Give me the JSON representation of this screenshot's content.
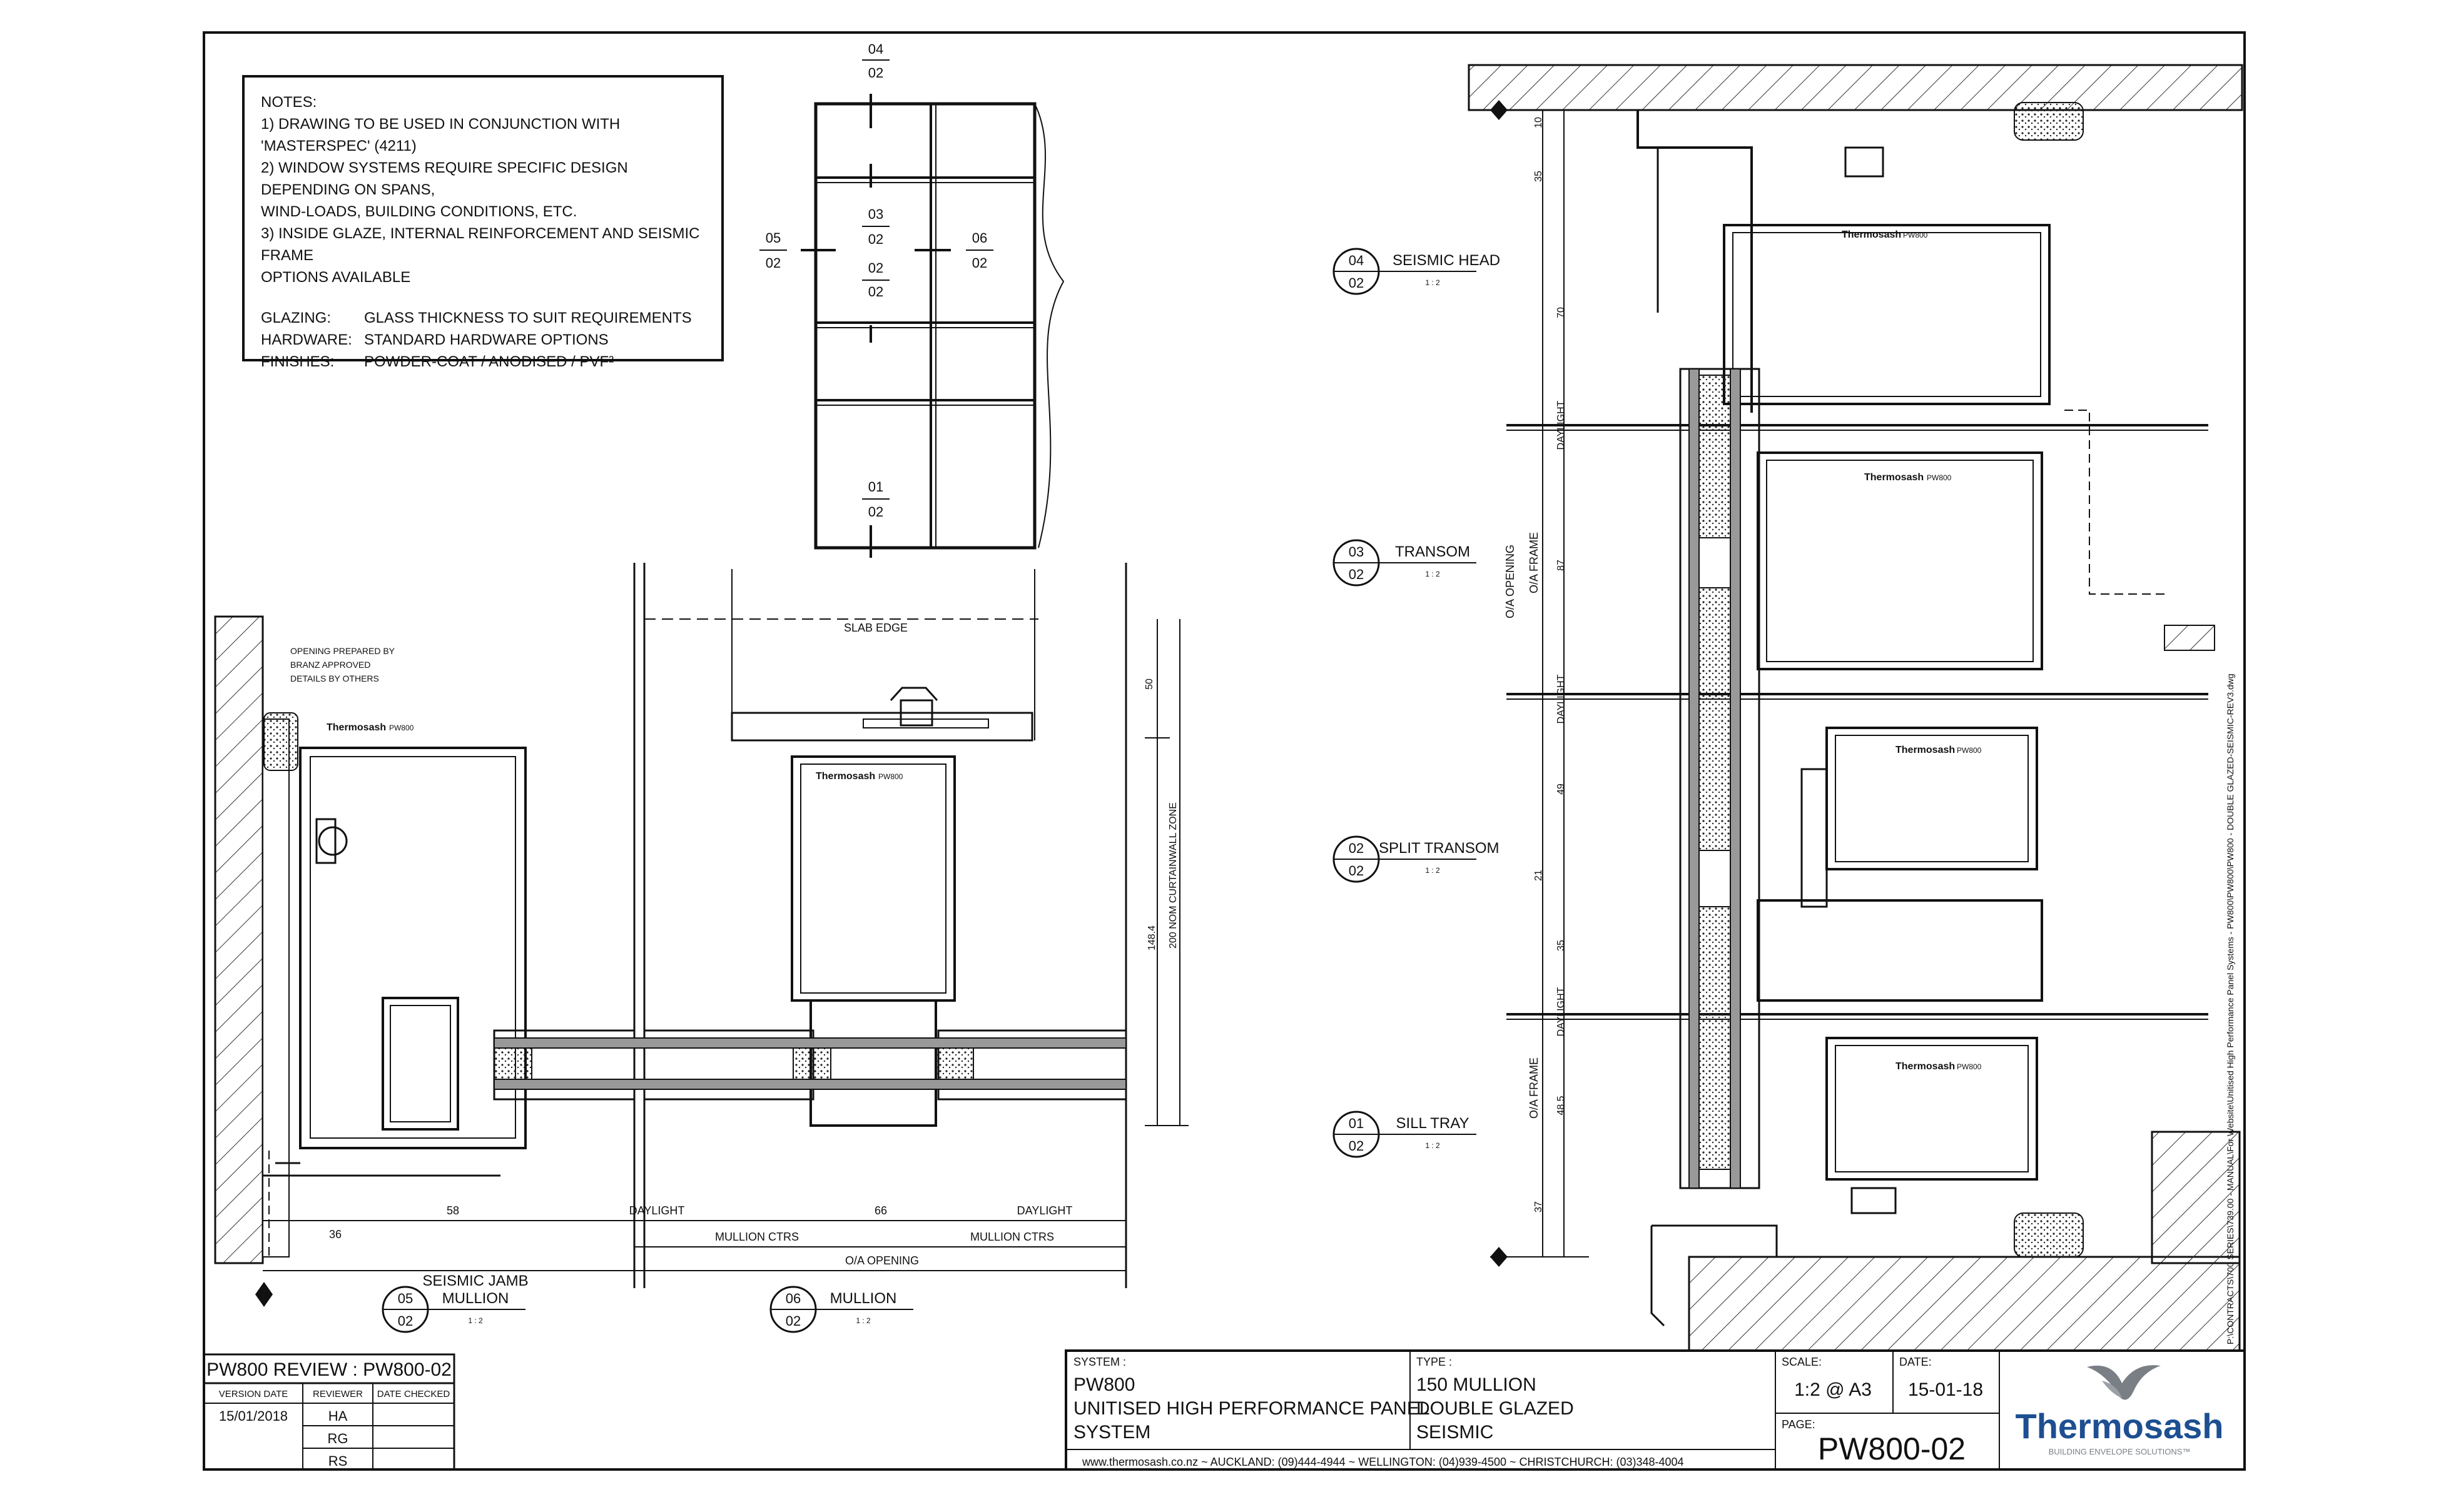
{
  "notes": {
    "heading": "NOTES:",
    "lines": [
      "1) DRAWING TO BE USED IN CONJUNCTION WITH 'MASTERSPEC' (4211)",
      "2) WINDOW SYSTEMS REQUIRE SPECIFIC DESIGN DEPENDING ON SPANS,",
      "WIND-LOADS, BUILDING CONDITIONS, ETC.",
      "3) INSIDE GLAZE, INTERNAL REINFORCEMENT AND SEISMIC FRAME",
      "OPTIONS AVAILABLE"
    ],
    "specs": [
      {
        "key": "GLAZING:",
        "value": "GLASS THICKNESS TO SUIT REQUIREMENTS"
      },
      {
        "key": "HARDWARE:",
        "value": "STANDARD HARDWARE OPTIONS"
      },
      {
        "key": "FINISHES:",
        "value": "POWDER-COAT / ANODISED / PVF²"
      }
    ]
  },
  "elevation_markers": {
    "m04": {
      "top": "04",
      "bottom": "02"
    },
    "m03": {
      "top": "03",
      "bottom": "02"
    },
    "m02": {
      "top": "02",
      "bottom": "02"
    },
    "m05": {
      "top": "05",
      "bottom": "02"
    },
    "m06": {
      "top": "06",
      "bottom": "02"
    },
    "m01": {
      "top": "01",
      "bottom": "02"
    }
  },
  "plan_labels": {
    "opening_note": [
      "OPENING PREPARED BY",
      "BRANZ APPROVED",
      "DETAILS BY OTHERS"
    ],
    "slab_edge": "SLAB EDGE",
    "brand_stamp": "Thermosash",
    "model_stamp": "PW800",
    "dims": {
      "d36": "36",
      "d58": "58",
      "d66": "66",
      "daylight": "DAYLIGHT",
      "mullion_ctrs": "MULLION CTRS",
      "oa_opening": "O/A OPENING",
      "d50": "50",
      "d148": "148.4",
      "zone": "200 NOM CURTAINWALL ZONE"
    }
  },
  "section_labels": {
    "dims": {
      "d10": "10",
      "d35a": "35",
      "d70": "70",
      "d87": "87",
      "d49": "49",
      "d21": "21",
      "d35b": "35",
      "d485": "48.5",
      "d37": "37",
      "daylight": "DAYLIGHT",
      "oa_frame": "O/A FRAME",
      "oa_opening": "O/A OPENING"
    }
  },
  "callouts": [
    {
      "num": "04",
      "sheet": "02",
      "title": "SEISMIC HEAD",
      "scale": "1 : 2"
    },
    {
      "num": "03",
      "sheet": "02",
      "title": "TRANSOM",
      "scale": "1 : 2"
    },
    {
      "num": "02",
      "sheet": "02",
      "title": "SPLIT TRANSOM",
      "scale": "1 : 2"
    },
    {
      "num": "01",
      "sheet": "02",
      "title": "SILL TRAY",
      "scale": "1 : 2"
    },
    {
      "num": "05",
      "sheet": "02",
      "title": "SEISMIC JAMB",
      "title2": "MULLION",
      "scale": "1 : 2"
    },
    {
      "num": "06",
      "sheet": "02",
      "title": "MULLION",
      "scale": "1 : 2"
    }
  ],
  "review": {
    "title": "PW800 REVIEW : PW800-02",
    "headers": [
      "VERSION DATE",
      "REVIEWER",
      "DATE CHECKED"
    ],
    "version_date": "15/01/2018",
    "reviewers": [
      "HA",
      "RG",
      "RS"
    ]
  },
  "title_block": {
    "system_label": "SYSTEM :",
    "system_lines": [
      "PW800",
      "UNITISED HIGH PERFORMANCE PANEL",
      "SYSTEM"
    ],
    "type_label": "TYPE :",
    "type_lines": [
      "150 MULLION",
      "DOUBLE GLAZED",
      "SEISMIC"
    ],
    "scale_label": "SCALE:",
    "scale_value": "1:2 @ A3",
    "date_label": "DATE:",
    "date_value": "15-01-18",
    "page_label": "PAGE:",
    "page_value": "PW800-02",
    "contact": "www.thermosash.co.nz ~ AUCKLAND: (09)444-4944 ~ WELLINGTON: (04)939-4500 ~ CHRISTCHURCH: (03)348-4004",
    "logo_text": "Thermosash",
    "logo_sub": "BUILDING ENVELOPE SOLUTIONS™"
  },
  "file_path": "P:\\CONTRACTS\\700 SERIES\\739.00 - MANUAL\\For Website\\Unitised High Performance Panel Systems - PW800\\PW800\\PW800 - DOUBLE GLAZED-SEISMIC-REV3.dwg",
  "colors": {
    "line": "#111111",
    "logo_blue": "#1d4f91",
    "logo_grey": "#7a7f86"
  }
}
